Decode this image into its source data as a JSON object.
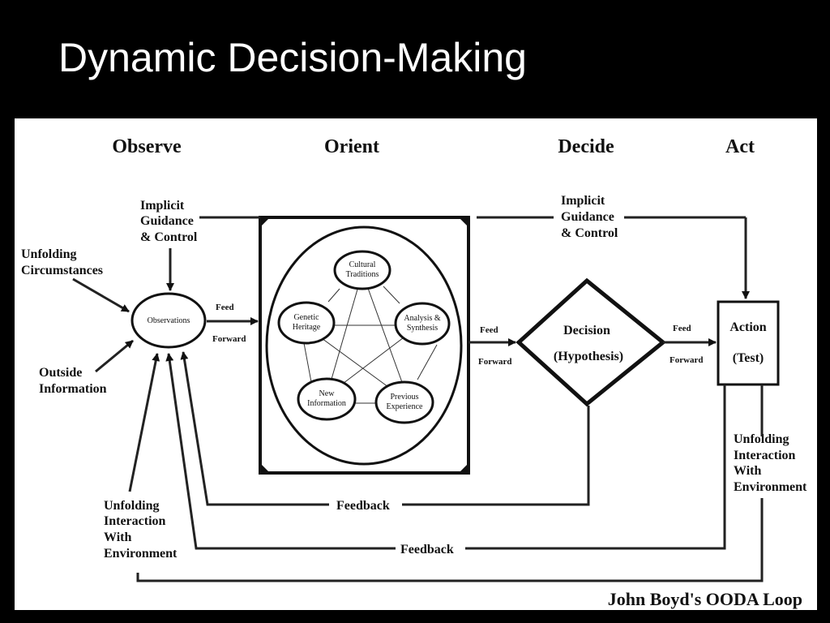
{
  "slide": {
    "title": "Dynamic Decision-Making"
  },
  "headers": {
    "observe": "Observe",
    "orient": "Orient",
    "decide": "Decide",
    "act": "Act"
  },
  "observe": {
    "implicit_1": "Implicit",
    "implicit_2": "Guidance",
    "implicit_3": "& Control",
    "unfolding_1": "Unfolding",
    "unfolding_2": "Circumstances",
    "outside_1": "Outside",
    "outside_2": "Information",
    "observations": "Observations",
    "feed": "Feed",
    "forward": "Forward",
    "env_1": "Unfolding",
    "env_2": "Interaction",
    "env_3": "With",
    "env_4": "Environment"
  },
  "orient": {
    "cultural_1": "Cultural",
    "cultural_2": "Traditions",
    "genetic_1": "Genetic",
    "genetic_2": "Heritage",
    "analysis_1": "Analysis &",
    "analysis_2": "Synthesis",
    "newinfo_1": "New",
    "newinfo_2": "Information",
    "previous_1": "Previous",
    "previous_2": "Experience",
    "feed": "Feed",
    "forward": "Forward"
  },
  "decide": {
    "implicit_1": "Implicit",
    "implicit_2": "Guidance",
    "implicit_3": "& Control",
    "decision": "Decision",
    "hypothesis": "(Hypothesis)",
    "feed": "Feed",
    "forward": "Forward"
  },
  "act": {
    "action": "Action",
    "test": "(Test)",
    "env_1": "Unfolding",
    "env_2": "Interaction",
    "env_3": "With",
    "env_4": "Environment"
  },
  "feedback_1": "Feedback",
  "feedback_2": "Feedback",
  "caption": "John Boyd's OODA Loop"
}
